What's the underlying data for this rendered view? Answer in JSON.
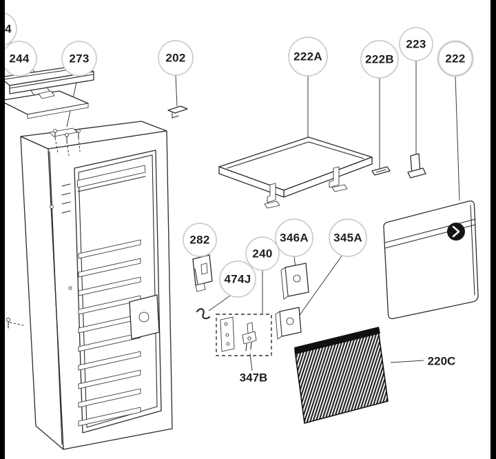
{
  "page": {
    "background": "#ffffff"
  },
  "colors": {
    "ink": "#2b2b2b",
    "balloon_stroke": "#cbcbcb",
    "selected_green": "#2f7d32",
    "edge_bar": "#000000",
    "button_fill": "#141414"
  },
  "icons": {
    "door_next": "chevron-right"
  },
  "labels": {
    "partial_left": "4",
    "p244": "244",
    "p273": "273",
    "p202": "202",
    "p222A": "222A",
    "p222B": "222B",
    "p223": "223",
    "p222": "222",
    "p282": "282",
    "p240": "240",
    "p474J": "474J",
    "p346A": "346A",
    "p345A": "345A",
    "p347B": "347B",
    "p220C": "220C"
  },
  "selected_part": "222"
}
